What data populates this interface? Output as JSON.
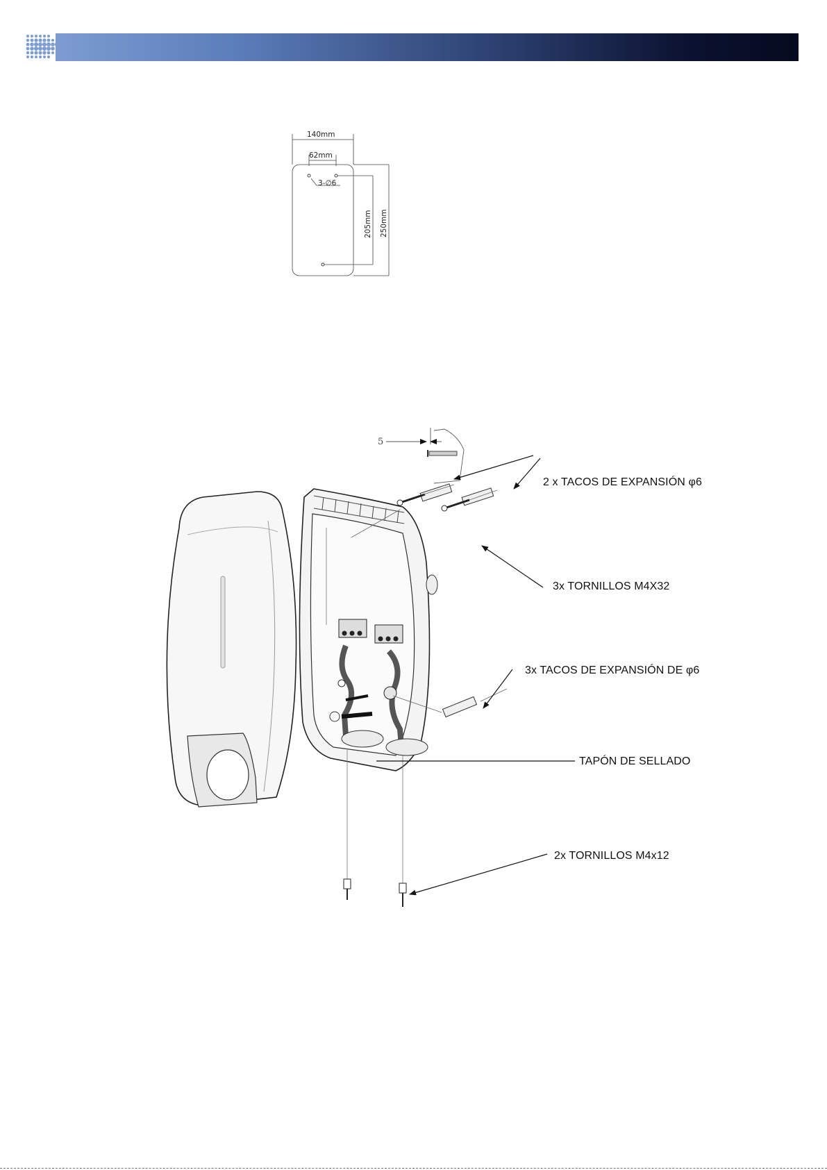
{
  "header": {
    "accent_color": "#7c9cd2",
    "dark_color": "#050a1e"
  },
  "template_drawing": {
    "dim_width": "140mm",
    "dim_hole_spacing": "62mm",
    "dim_hole_spec": "3-∅6",
    "dim_hole_height": "205mm",
    "dim_height": "250mm"
  },
  "exploded_view": {
    "detail_depth_label": "5",
    "callouts": {
      "expansion_plugs_top": "2 x TACOS DE EXPANSIÓN φ6",
      "screws_m4x32": "3x TORNILLOS M4X32",
      "expansion_plugs_side": "3x TACOS DE EXPANSIÓN DE φ6",
      "sealing_plug": "TAPÓN DE SELLADO",
      "screws_m4x12": "2x TORNILLOS M4x12"
    }
  }
}
